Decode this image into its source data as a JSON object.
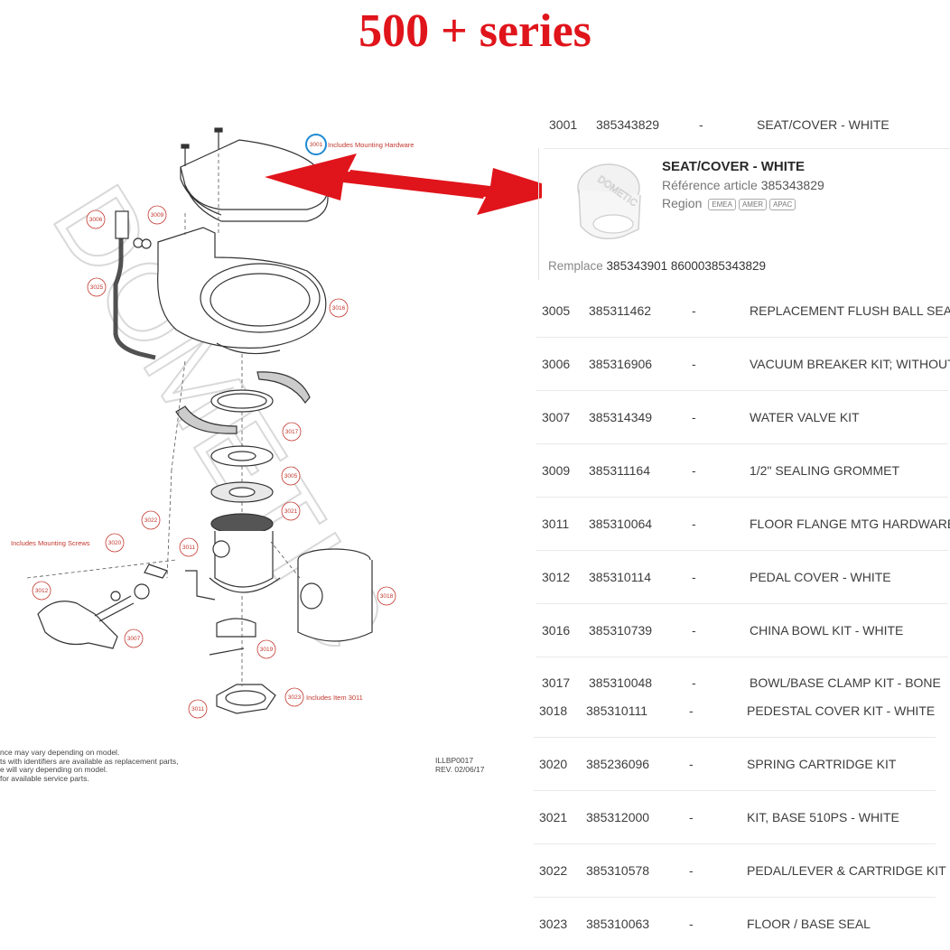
{
  "title": "500 + series",
  "colors": {
    "title": "#e0141b",
    "arrow": "#e0141b",
    "callout_text": "#c2382e",
    "callout_circle": "#c2382e",
    "highlight_circle": "#1f8ad1"
  },
  "diagram": {
    "callouts": {
      "c3001": "3001",
      "c3006": "3006",
      "c3009": "3009",
      "c3025": "3025",
      "c3016": "3016",
      "c3017": "3017",
      "c3005": "3005",
      "c3021": "3021",
      "c3022": "3022",
      "c3020": "3020",
      "c3011a": "3011",
      "c3012": "3012",
      "c3007": "3007",
      "c3018": "3018",
      "c3019": "3019",
      "c3011b": "3011",
      "c3023": "3023"
    },
    "labels": {
      "mounting_hardware": "Includes Mounting Hardware",
      "mounting_screws": "Includes Mounting Screws",
      "includes_item": "Includes Item 3011"
    },
    "notes": [
      "nce may vary depending on model.",
      "ts with identifiers are available as replacement parts,",
      "e will vary depending on model.",
      "for available service parts."
    ],
    "rev": [
      "ILLBP0017",
      "REV. 02/06/17"
    ],
    "watermark": "DOMETIC"
  },
  "detail": {
    "name": "SEAT/COVER - WHITE",
    "ref_label": "Référence article",
    "ref_value": "385343829",
    "region_label": "Region",
    "regions": [
      "EMEA",
      "AMER",
      "APAC"
    ],
    "replace_label": "Remplace",
    "replace_value": "385343901 86000385343829",
    "thumb_watermark": "DOMETIC"
  },
  "parts": [
    {
      "num": "3001",
      "ref": "385343829",
      "dash": "-",
      "desc": "SEAT/COVER - WHITE"
    },
    {
      "num": "3005",
      "ref": "385311462",
      "dash": "-",
      "desc": "REPLACEMENT FLUSH BALL SEALS"
    },
    {
      "num": "3006",
      "ref": "385316906",
      "dash": "-",
      "desc": "VACUUM BREAKER KIT; WITHOUT"
    },
    {
      "num": "3007",
      "ref": "385314349",
      "dash": "-",
      "desc": "WATER VALVE KIT"
    },
    {
      "num": "3009",
      "ref": "385311164",
      "dash": "-",
      "desc": "1/2\" SEALING GROMMET"
    },
    {
      "num": "3011",
      "ref": "385310064",
      "dash": "-",
      "desc": "FLOOR FLANGE MTG HARDWARE"
    },
    {
      "num": "3012",
      "ref": "385310114",
      "dash": "-",
      "desc": "PEDAL COVER - WHITE"
    },
    {
      "num": "3016",
      "ref": "385310739",
      "dash": "-",
      "desc": "CHINA BOWL KIT - WHITE"
    },
    {
      "num": "3017",
      "ref": "385310048",
      "dash": "-",
      "desc": "BOWL/BASE CLAMP KIT - BONE"
    },
    {
      "num": "3018",
      "ref": "385310111",
      "dash": "-",
      "desc": "PEDESTAL COVER KIT - WHITE"
    },
    {
      "num": "3020",
      "ref": "385236096",
      "dash": "-",
      "desc": "SPRING CARTRIDGE KIT"
    },
    {
      "num": "3021",
      "ref": "385312000",
      "dash": "-",
      "desc": "KIT, BASE 510PS - WHITE"
    },
    {
      "num": "3022",
      "ref": "385310578",
      "dash": "-",
      "desc": "PEDAL/LEVER & CARTRIDGE KIT"
    },
    {
      "num": "3023",
      "ref": "385310063",
      "dash": "-",
      "desc": "FLOOR / BASE SEAL"
    }
  ]
}
